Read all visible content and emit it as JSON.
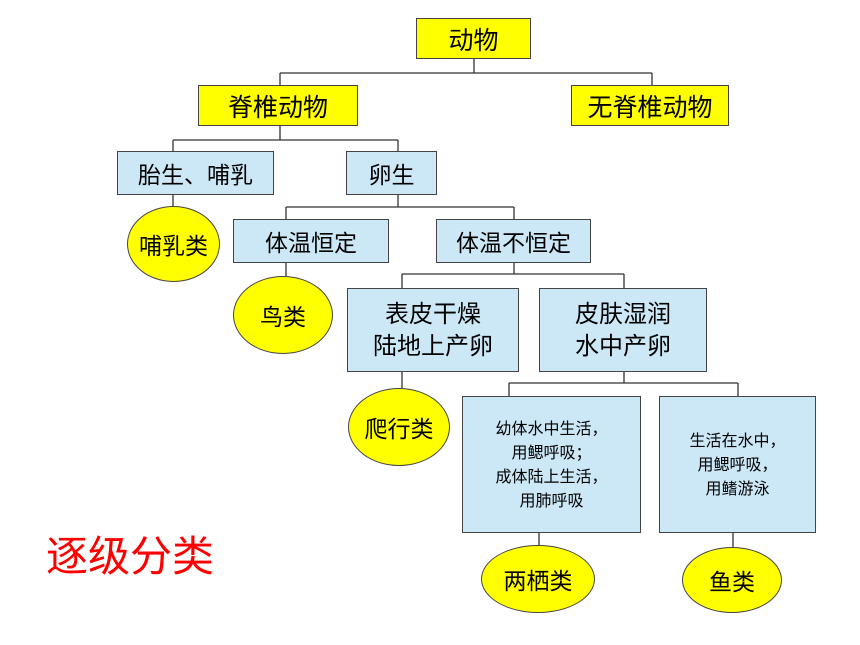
{
  "root": "动物",
  "vertebrates": "脊椎动物",
  "invertebrates": "无脊椎动物",
  "viviparous": "胎生、哺乳",
  "oviparous": "卵生",
  "mammals": "哺乳类",
  "warm_blooded": "体温恒定",
  "cold_blooded": "体温不恒定",
  "birds": "鸟类",
  "dry_skin": "表皮干燥\n陆地上产卵",
  "moist_skin": "皮肤湿润\n水中产卵",
  "reptiles": "爬行类",
  "amphibian_desc": "幼体水中生活，\n用鳃呼吸；\n成体陆上生活，\n用肺呼吸",
  "fish_desc": "生活在水中，\n用鳃呼吸，\n用鳍游泳",
  "amphibians": "两栖类",
  "fish": "鱼类",
  "caption": "逐级分类"
}
